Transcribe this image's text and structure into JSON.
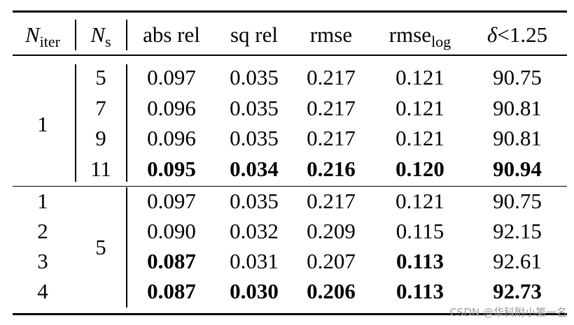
{
  "header": {
    "n_iter_main": "N",
    "n_iter_sub": "iter",
    "n_s_main": "N",
    "n_s_sub": "s",
    "abs_rel": "abs rel",
    "sq_rel": "sq rel",
    "rmse": "rmse",
    "rmse_log_main": "rmse",
    "rmse_log_sub": "log",
    "delta": "δ<1.25"
  },
  "group1": {
    "n_iter": "1",
    "rows": [
      {
        "ns": "5",
        "abs_rel": "0.097",
        "sq_rel": "0.035",
        "rmse": "0.217",
        "rmse_log": "0.121",
        "delta": "90.75"
      },
      {
        "ns": "7",
        "abs_rel": "0.096",
        "sq_rel": "0.035",
        "rmse": "0.217",
        "rmse_log": "0.121",
        "delta": "90.81"
      },
      {
        "ns": "9",
        "abs_rel": "0.096",
        "sq_rel": "0.035",
        "rmse": "0.217",
        "rmse_log": "0.121",
        "delta": "90.81"
      },
      {
        "ns": "11",
        "abs_rel": "0.095",
        "sq_rel": "0.034",
        "rmse": "0.216",
        "rmse_log": "0.120",
        "delta": "90.94"
      }
    ]
  },
  "group2": {
    "n_s": "5",
    "rows": [
      {
        "n_iter": "1",
        "abs_rel": "0.097",
        "sq_rel": "0.035",
        "rmse": "0.217",
        "rmse_log": "0.121",
        "delta": "90.75"
      },
      {
        "n_iter": "2",
        "abs_rel": "0.090",
        "sq_rel": "0.032",
        "rmse": "0.209",
        "rmse_log": "0.115",
        "delta": "92.15"
      },
      {
        "n_iter": "3",
        "abs_rel": "0.087",
        "sq_rel": "0.031",
        "rmse": "0.207",
        "rmse_log": "0.113",
        "delta": "92.61"
      },
      {
        "n_iter": "4",
        "abs_rel": "0.087",
        "sq_rel": "0.030",
        "rmse": "0.206",
        "rmse_log": "0.113",
        "delta": "92.73"
      }
    ]
  },
  "watermark": "CSDN @华科附小第一名"
}
